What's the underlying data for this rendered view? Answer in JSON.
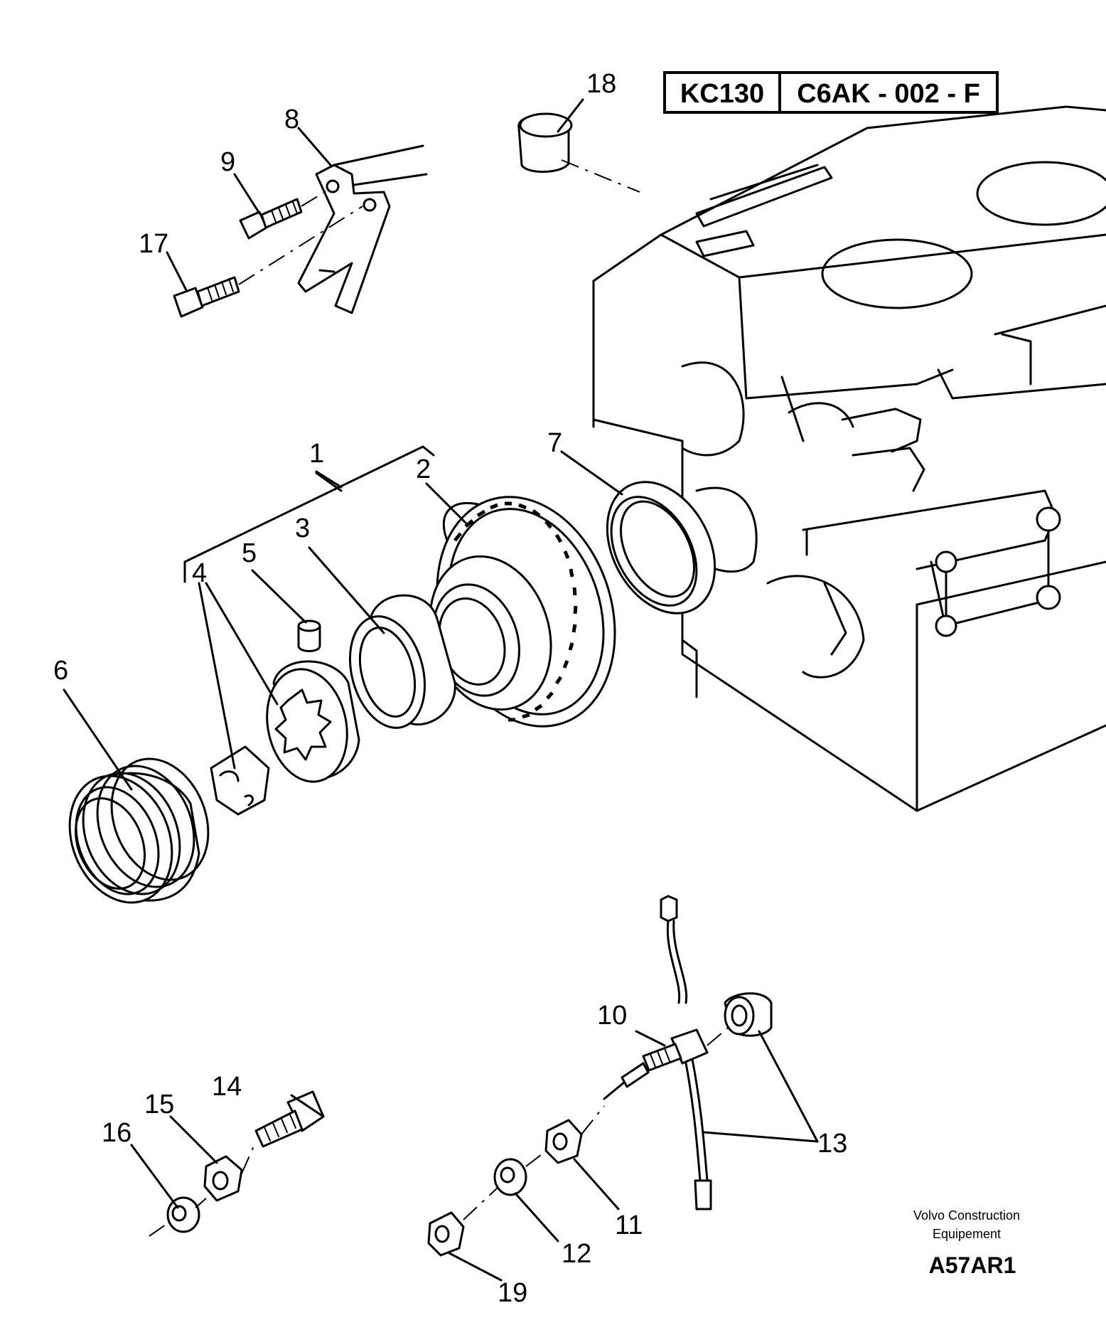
{
  "header": {
    "model": "KC130",
    "diagram_code": "C6AK - 002 - F"
  },
  "parts": {
    "p1": "1",
    "p2": "2",
    "p3": "3",
    "p4": "4",
    "p5": "5",
    "p6": "6",
    "p7": "7",
    "p8": "8",
    "p9": "9",
    "p10": "10",
    "p11": "11",
    "p12": "12",
    "p13": "13",
    "p14": "14",
    "p15": "15",
    "p16": "16",
    "p17": "17",
    "p18": "18",
    "p19": "19"
  },
  "footer": {
    "brand_line1": "Volvo Construction",
    "brand_line2": "Equipement",
    "figure_id": "A57AR1"
  }
}
